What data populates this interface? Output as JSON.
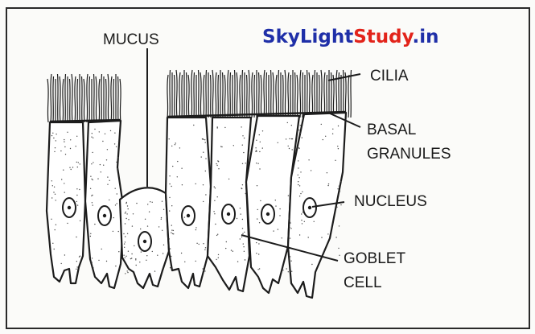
{
  "watermark": {
    "part1": "SkyLight",
    "part2": "Study",
    "part3": ".in",
    "color_dark": "#1f2fa8",
    "color_accent": "#e2231a"
  },
  "labels": {
    "mucus": "MUCUS",
    "cilia": "CILIA",
    "basal_line1": "BASAL",
    "basal_line2": "GRANULES",
    "nucleus": "NUCLEUS",
    "goblet_line1": "GOBLET",
    "goblet_line2": "CELL"
  }
}
